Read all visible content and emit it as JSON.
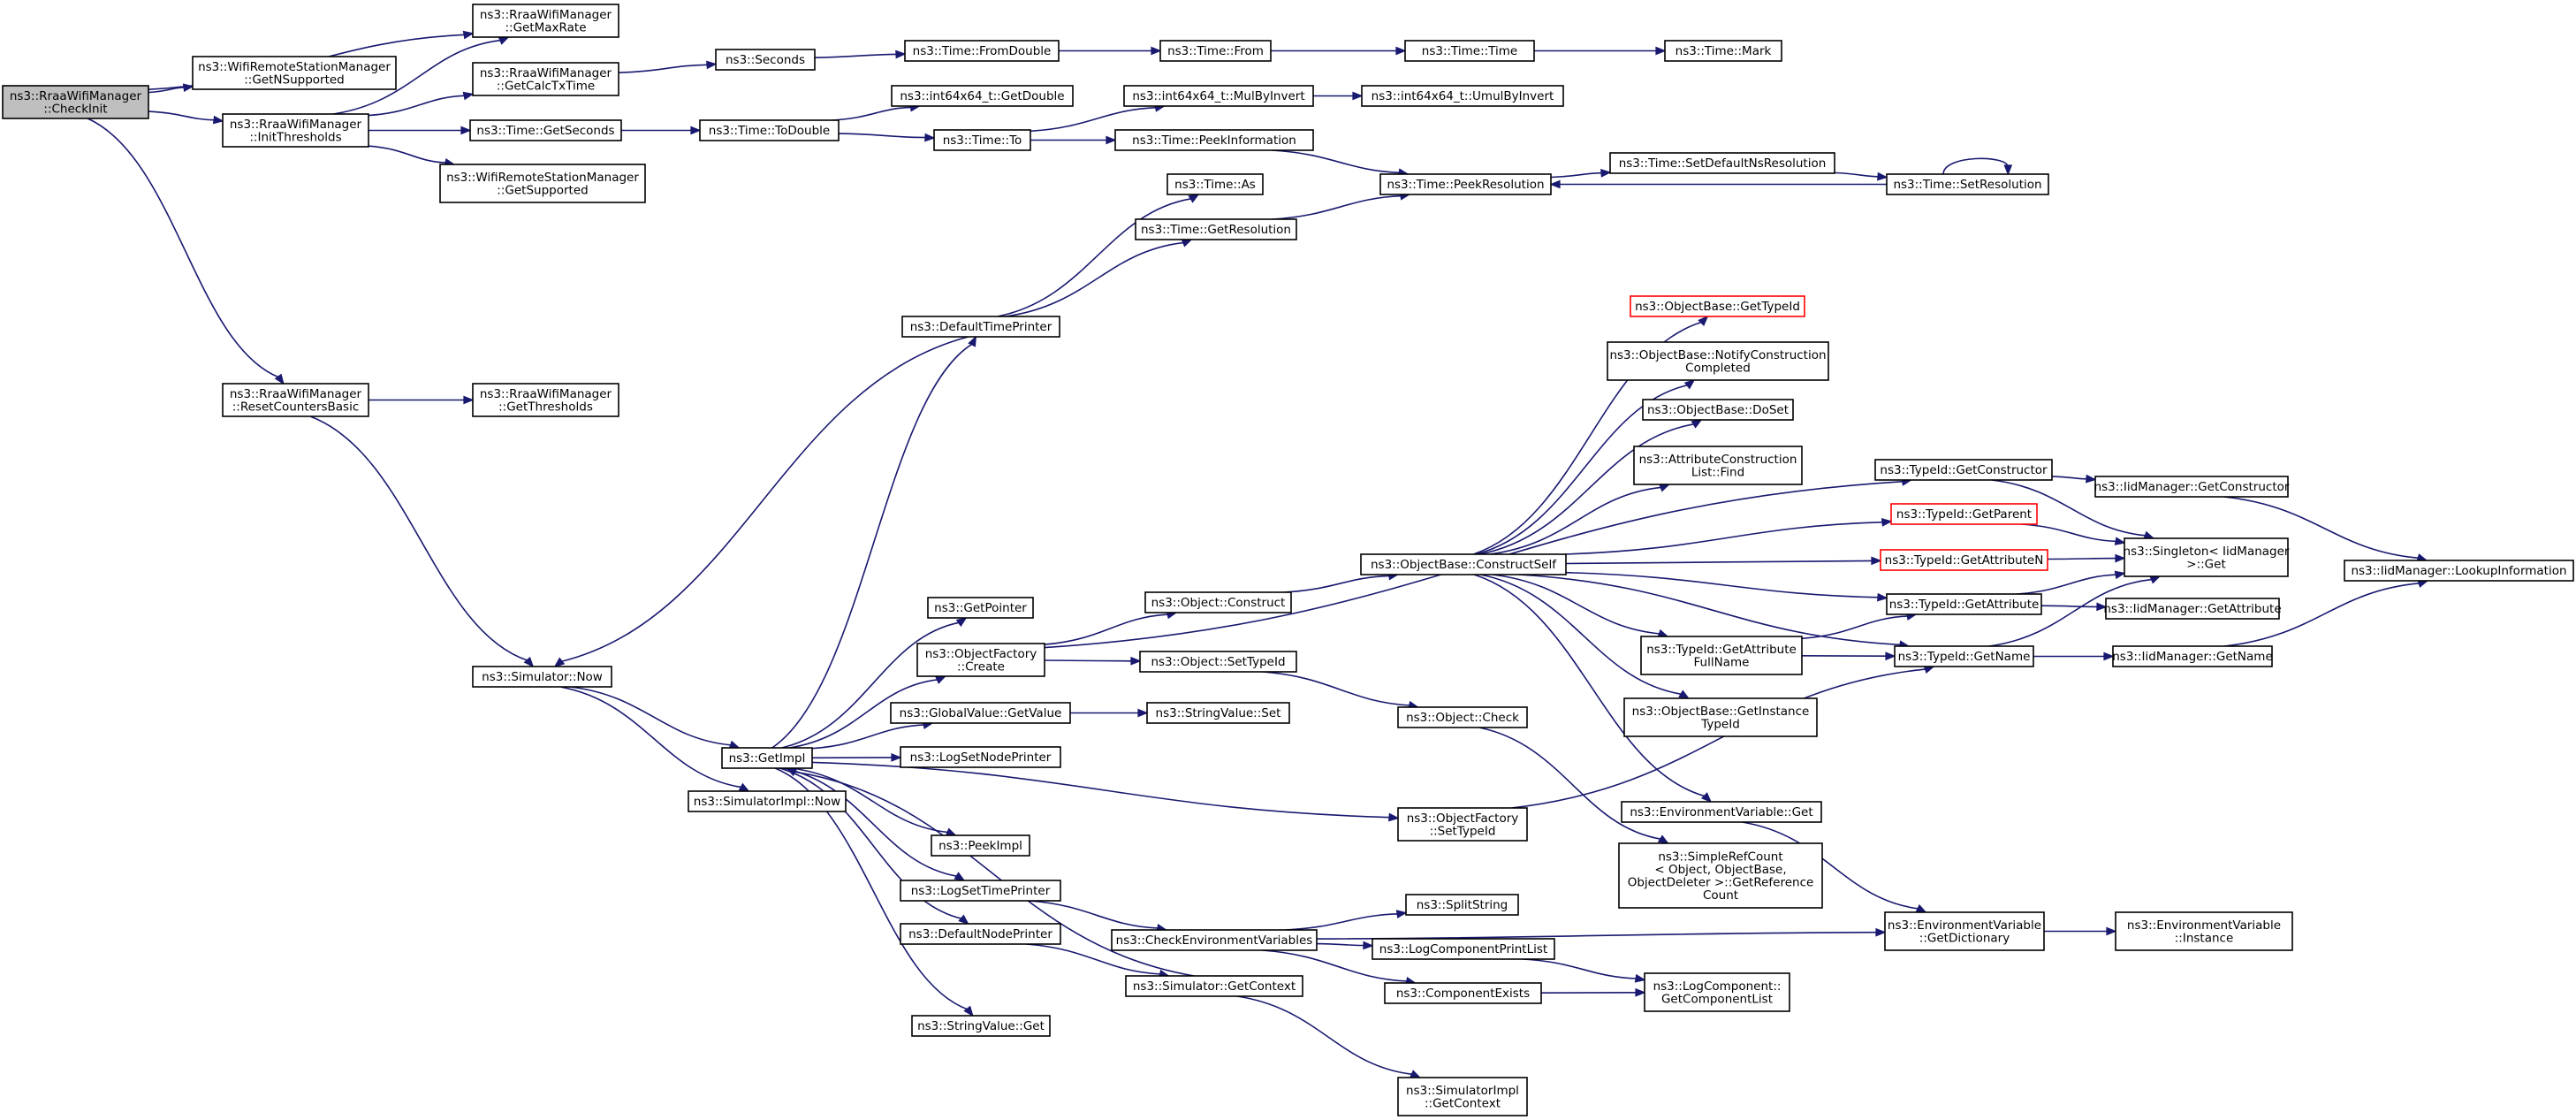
{
  "colors": {
    "edge": "#191970",
    "root_fill": "#bfbfbf",
    "highlight_border": "#ff0000"
  },
  "nodes": [
    {
      "id": "checkinit",
      "lines": [
        "ns3::RraaWifiManager",
        "::CheckInit"
      ],
      "root": true
    },
    {
      "id": "getmaxrate",
      "lines": [
        "ns3::RraaWifiManager",
        "::GetMaxRate"
      ]
    },
    {
      "id": "getnsupported",
      "lines": [
        "ns3::WifiRemoteStationManager",
        "::GetNSupported"
      ]
    },
    {
      "id": "initthresholds",
      "lines": [
        "ns3::RraaWifiManager",
        "::InitThresholds"
      ]
    },
    {
      "id": "getcalctxtime",
      "lines": [
        "ns3::RraaWifiManager",
        "::GetCalcTxTime"
      ]
    },
    {
      "id": "getseconds",
      "lines": [
        "ns3::Time::GetSeconds"
      ]
    },
    {
      "id": "getsupported",
      "lines": [
        "ns3::WifiRemoteStationManager",
        "::GetSupported"
      ]
    },
    {
      "id": "seconds",
      "lines": [
        "ns3::Seconds"
      ]
    },
    {
      "id": "fromdouble",
      "lines": [
        "ns3::Time::FromDouble"
      ]
    },
    {
      "id": "timefrom",
      "lines": [
        "ns3::Time::From"
      ]
    },
    {
      "id": "timetime",
      "lines": [
        "ns3::Time::Time"
      ]
    },
    {
      "id": "timemark",
      "lines": [
        "ns3::Time::Mark"
      ]
    },
    {
      "id": "todouble",
      "lines": [
        "ns3::Time::ToDouble"
      ]
    },
    {
      "id": "int64getdouble",
      "lines": [
        "ns3::int64x64_t::GetDouble"
      ]
    },
    {
      "id": "timeto",
      "lines": [
        "ns3::Time::To"
      ]
    },
    {
      "id": "mulbyinvert",
      "lines": [
        "ns3::int64x64_t::MulByInvert"
      ]
    },
    {
      "id": "umulbyinvert",
      "lines": [
        "ns3::int64x64_t::UmulByInvert"
      ]
    },
    {
      "id": "peekinformation",
      "lines": [
        "ns3::Time::PeekInformation"
      ]
    },
    {
      "id": "peekresolution",
      "lines": [
        "ns3::Time::PeekResolution"
      ]
    },
    {
      "id": "setdefaultnsresolution",
      "lines": [
        "ns3::Time::SetDefaultNsResolution"
      ]
    },
    {
      "id": "setresolution",
      "lines": [
        "ns3::Time::SetResolution"
      ]
    },
    {
      "id": "timeas",
      "lines": [
        "ns3::Time::As"
      ]
    },
    {
      "id": "getresolution",
      "lines": [
        "ns3::Time::GetResolution"
      ]
    },
    {
      "id": "defaulttimeprinter",
      "lines": [
        "ns3::DefaultTimePrinter"
      ]
    },
    {
      "id": "resetcounters",
      "lines": [
        "ns3::RraaWifiManager",
        "::ResetCountersBasic"
      ]
    },
    {
      "id": "getthresholds",
      "lines": [
        "ns3::RraaWifiManager",
        "::GetThresholds"
      ]
    },
    {
      "id": "simulatornow",
      "lines": [
        "ns3::Simulator::Now"
      ]
    },
    {
      "id": "getimpl",
      "lines": [
        "ns3::GetImpl"
      ]
    },
    {
      "id": "simimplnow",
      "lines": [
        "ns3::SimulatorImpl::Now"
      ]
    },
    {
      "id": "getpointer",
      "lines": [
        "ns3::GetPointer"
      ]
    },
    {
      "id": "objfactorycreate",
      "lines": [
        "ns3::ObjectFactory",
        "::Create"
      ]
    },
    {
      "id": "globalvalueget",
      "lines": [
        "ns3::GlobalValue::GetValue"
      ]
    },
    {
      "id": "logsetnodeprinter",
      "lines": [
        "ns3::LogSetNodePrinter"
      ]
    },
    {
      "id": "peekimpl",
      "lines": [
        "ns3::PeekImpl"
      ]
    },
    {
      "id": "logsettimeprinter",
      "lines": [
        "ns3::LogSetTimePrinter"
      ]
    },
    {
      "id": "defaultnodeprinter",
      "lines": [
        "ns3::DefaultNodePrinter"
      ]
    },
    {
      "id": "stringvalueget",
      "lines": [
        "ns3::StringValue::Get"
      ]
    },
    {
      "id": "objectconstruct",
      "lines": [
        "ns3::Object::Construct"
      ]
    },
    {
      "id": "objectsettypeid",
      "lines": [
        "ns3::Object::SetTypeId"
      ]
    },
    {
      "id": "stringvalueset",
      "lines": [
        "ns3::StringValue::Set"
      ]
    },
    {
      "id": "objectcheck",
      "lines": [
        "ns3::Object::Check"
      ]
    },
    {
      "id": "objfactorysettypeid",
      "lines": [
        "ns3::ObjectFactory",
        "::SetTypeId"
      ]
    },
    {
      "id": "checkenvvars",
      "lines": [
        "ns3::CheckEnvironmentVariables"
      ]
    },
    {
      "id": "simgetcontext",
      "lines": [
        "ns3::Simulator::GetContext"
      ]
    },
    {
      "id": "splitstring",
      "lines": [
        "ns3::SplitString"
      ]
    },
    {
      "id": "logcompprintlist",
      "lines": [
        "ns3::LogComponentPrintList"
      ]
    },
    {
      "id": "componentexists",
      "lines": [
        "ns3::ComponentExists"
      ]
    },
    {
      "id": "simimplgetcontext",
      "lines": [
        "ns3::SimulatorImpl",
        "::GetContext"
      ]
    },
    {
      "id": "constructself",
      "lines": [
        "ns3::ObjectBase::ConstructSelf"
      ]
    },
    {
      "id": "objbasegettypeid",
      "lines": [
        "ns3::ObjectBase::GetTypeId"
      ],
      "red": true
    },
    {
      "id": "notifyconstruction",
      "lines": [
        "ns3::ObjectBase::NotifyConstruction",
        "Completed"
      ]
    },
    {
      "id": "doset",
      "lines": [
        "ns3::ObjectBase::DoSet"
      ]
    },
    {
      "id": "attrconstructionlist",
      "lines": [
        "ns3::AttributeConstruction",
        "List::Find"
      ]
    },
    {
      "id": "typeidgetattrfullname",
      "lines": [
        "ns3::TypeId::GetAttribute",
        "FullName"
      ]
    },
    {
      "id": "getinstancetypeid",
      "lines": [
        "ns3::ObjectBase::GetInstance",
        "TypeId"
      ]
    },
    {
      "id": "envvarget",
      "lines": [
        "ns3::EnvironmentVariable::Get"
      ]
    },
    {
      "id": "simplerefcount",
      "lines": [
        "ns3::SimpleRefCount",
        "< Object, ObjectBase,",
        "ObjectDeleter >::GetReference",
        "Count"
      ]
    },
    {
      "id": "logcompgetlist",
      "lines": [
        "ns3::LogComponent::",
        "GetComponentList"
      ]
    },
    {
      "id": "typeidgetconstructor",
      "lines": [
        "ns3::TypeId::GetConstructor"
      ]
    },
    {
      "id": "typeidgetparent",
      "lines": [
        "ns3::TypeId::GetParent"
      ],
      "red": true
    },
    {
      "id": "typeidgetattributen",
      "lines": [
        "ns3::TypeId::GetAttributeN"
      ],
      "red": true
    },
    {
      "id": "typeidgetattribute",
      "lines": [
        "ns3::TypeId::GetAttribute"
      ]
    },
    {
      "id": "typeidgetname",
      "lines": [
        "ns3::TypeId::GetName"
      ]
    },
    {
      "id": "envvargetdictionary",
      "lines": [
        "ns3::EnvironmentVariable",
        "::GetDictionary"
      ]
    },
    {
      "id": "iidmgrgetconstructor",
      "lines": [
        "ns3::IidManager::GetConstructor"
      ]
    },
    {
      "id": "singletonget",
      "lines": [
        "ns3::Singleton< IidManager",
        ">::Get"
      ]
    },
    {
      "id": "iidmgrgetattribute",
      "lines": [
        "ns3::IidManager::GetAttribute"
      ]
    },
    {
      "id": "iidmgrgetname",
      "lines": [
        "ns3::IidManager::GetName"
      ]
    },
    {
      "id": "envvarinstance",
      "lines": [
        "ns3::EnvironmentVariable",
        "::Instance"
      ]
    },
    {
      "id": "iidmgrlookupinfo",
      "lines": [
        "ns3::IidManager::LookupInformation"
      ]
    }
  ],
  "edges": [
    [
      "checkinit",
      "getmaxrate"
    ],
    [
      "checkinit",
      "getnsupported"
    ],
    [
      "checkinit",
      "initthresholds"
    ],
    [
      "checkinit",
      "resetcounters"
    ],
    [
      "initthresholds",
      "getmaxrate"
    ],
    [
      "initthresholds",
      "getcalctxtime"
    ],
    [
      "initthresholds",
      "getseconds"
    ],
    [
      "initthresholds",
      "getsupported"
    ],
    [
      "getcalctxtime",
      "seconds"
    ],
    [
      "seconds",
      "fromdouble"
    ],
    [
      "fromdouble",
      "timefrom"
    ],
    [
      "timefrom",
      "timetime"
    ],
    [
      "timetime",
      "timemark"
    ],
    [
      "getseconds",
      "todouble"
    ],
    [
      "todouble",
      "int64getdouble"
    ],
    [
      "todouble",
      "timeto"
    ],
    [
      "timeto",
      "mulbyinvert"
    ],
    [
      "timeto",
      "peekinformation"
    ],
    [
      "mulbyinvert",
      "umulbyinvert"
    ],
    [
      "peekinformation",
      "peekresolution"
    ],
    [
      "peekresolution",
      "setdefaultnsresolution"
    ],
    [
      "setdefaultnsresolution",
      "setresolution"
    ],
    [
      "setresolution",
      "peekresolution"
    ],
    [
      "setresolution",
      "setresolution"
    ],
    [
      "defaulttimeprinter",
      "timeas"
    ],
    [
      "defaulttimeprinter",
      "getresolution"
    ],
    [
      "getresolution",
      "peekresolution"
    ],
    [
      "defaulttimeprinter",
      "simulatornow"
    ],
    [
      "resetcounters",
      "getthresholds"
    ],
    [
      "resetcounters",
      "simulatornow"
    ],
    [
      "simulatornow",
      "getimpl"
    ],
    [
      "simulatornow",
      "simimplnow"
    ],
    [
      "getimpl",
      "defaulttimeprinter"
    ],
    [
      "getimpl",
      "getpointer"
    ],
    [
      "getimpl",
      "objfactorycreate"
    ],
    [
      "getimpl",
      "globalvalueget"
    ],
    [
      "getimpl",
      "logsetnodeprinter"
    ],
    [
      "getimpl",
      "objfactorysettypeid"
    ],
    [
      "getimpl",
      "peekimpl"
    ],
    [
      "getimpl",
      "logsettimeprinter"
    ],
    [
      "getimpl",
      "defaultnodeprinter"
    ],
    [
      "getimpl",
      "stringvalueget"
    ],
    [
      "objfactorycreate",
      "objectconstruct"
    ],
    [
      "objfactorycreate",
      "objectsettypeid"
    ],
    [
      "objfactorycreate",
      "typeidgetconstructor"
    ],
    [
      "globalvalueget",
      "stringvalueset"
    ],
    [
      "objectsettypeid",
      "objectcheck"
    ],
    [
      "objectcheck",
      "simplerefcount"
    ],
    [
      "objfactorysettypeid",
      "typeidgetname"
    ],
    [
      "logsettimeprinter",
      "checkenvvars"
    ],
    [
      "defaultnodeprinter",
      "simgetcontext"
    ],
    [
      "simgetcontext",
      "getimpl"
    ],
    [
      "simgetcontext",
      "simimplgetcontext"
    ],
    [
      "checkenvvars",
      "splitstring"
    ],
    [
      "checkenvvars",
      "logcompprintlist"
    ],
    [
      "checkenvvars",
      "componentexists"
    ],
    [
      "checkenvvars",
      "envvargetdictionary"
    ],
    [
      "logcompprintlist",
      "logcompgetlist"
    ],
    [
      "componentexists",
      "logcompgetlist"
    ],
    [
      "objectconstruct",
      "constructself"
    ],
    [
      "constructself",
      "objbasegettypeid"
    ],
    [
      "constructself",
      "notifyconstruction"
    ],
    [
      "constructself",
      "doset"
    ],
    [
      "constructself",
      "attrconstructionlist"
    ],
    [
      "constructself",
      "typeidgetparent"
    ],
    [
      "constructself",
      "typeidgetattributen"
    ],
    [
      "constructself",
      "typeidgetattribute"
    ],
    [
      "constructself",
      "typeidgetattrfullname"
    ],
    [
      "constructself",
      "getinstancetypeid"
    ],
    [
      "constructself",
      "typeidgetname"
    ],
    [
      "constructself",
      "envvarget"
    ],
    [
      "typeidgetattrfullname",
      "typeidgetattribute"
    ],
    [
      "typeidgetattrfullname",
      "typeidgetname"
    ],
    [
      "envvarget",
      "envvargetdictionary"
    ],
    [
      "envvargetdictionary",
      "envvarinstance"
    ],
    [
      "typeidgetconstructor",
      "iidmgrgetconstructor"
    ],
    [
      "typeidgetconstructor",
      "singletonget"
    ],
    [
      "typeidgetparent",
      "singletonget"
    ],
    [
      "typeidgetattributen",
      "singletonget"
    ],
    [
      "typeidgetattribute",
      "singletonget"
    ],
    [
      "typeidgetattribute",
      "iidmgrgetattribute"
    ],
    [
      "typeidgetname",
      "singletonget"
    ],
    [
      "typeidgetname",
      "iidmgrgetname"
    ],
    [
      "iidmgrgetconstructor",
      "iidmgrlookupinfo"
    ],
    [
      "iidmgrgetname",
      "iidmgrlookupinfo"
    ]
  ]
}
